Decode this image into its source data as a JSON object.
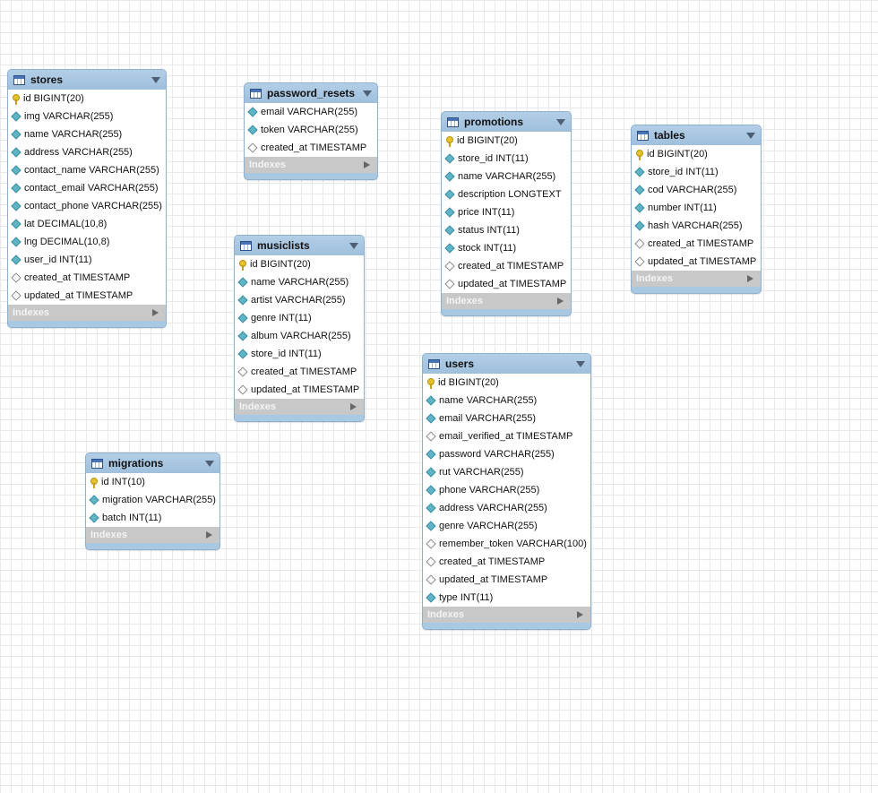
{
  "indexes_label": "Indexes",
  "colors": {
    "header": "#a9c8e2",
    "border": "#8fb1cf",
    "key": "#e6c229",
    "column_filled": "#5fb5c6",
    "indexes_bar": "#c8c8c8"
  },
  "entities": [
    {
      "name": "stores",
      "columns": [
        {
          "label": "id BIGINT(20)",
          "icon": "key-icon"
        },
        {
          "label": "img VARCHAR(255)",
          "icon": "diamond-filled-icon"
        },
        {
          "label": "name VARCHAR(255)",
          "icon": "diamond-filled-icon"
        },
        {
          "label": "address VARCHAR(255)",
          "icon": "diamond-filled-icon"
        },
        {
          "label": "contact_name VARCHAR(255)",
          "icon": "diamond-filled-icon"
        },
        {
          "label": "contact_email VARCHAR(255)",
          "icon": "diamond-filled-icon"
        },
        {
          "label": "contact_phone VARCHAR(255)",
          "icon": "diamond-filled-icon"
        },
        {
          "label": "lat DECIMAL(10,8)",
          "icon": "diamond-filled-icon"
        },
        {
          "label": "lng DECIMAL(10,8)",
          "icon": "diamond-filled-icon"
        },
        {
          "label": "user_id INT(11)",
          "icon": "diamond-filled-icon"
        },
        {
          "label": "created_at TIMESTAMP",
          "icon": "diamond-empty-icon"
        },
        {
          "label": "updated_at TIMESTAMP",
          "icon": "diamond-empty-icon"
        }
      ]
    },
    {
      "name": "password_resets",
      "columns": [
        {
          "label": "email VARCHAR(255)",
          "icon": "diamond-filled-icon"
        },
        {
          "label": "token VARCHAR(255)",
          "icon": "diamond-filled-icon"
        },
        {
          "label": "created_at TIMESTAMP",
          "icon": "diamond-empty-icon"
        }
      ]
    },
    {
      "name": "promotions",
      "columns": [
        {
          "label": "id BIGINT(20)",
          "icon": "key-icon"
        },
        {
          "label": "store_id INT(11)",
          "icon": "diamond-filled-icon"
        },
        {
          "label": "name VARCHAR(255)",
          "icon": "diamond-filled-icon"
        },
        {
          "label": "description LONGTEXT",
          "icon": "diamond-filled-icon"
        },
        {
          "label": "price INT(11)",
          "icon": "diamond-filled-icon"
        },
        {
          "label": "status INT(11)",
          "icon": "diamond-filled-icon"
        },
        {
          "label": "stock INT(11)",
          "icon": "diamond-filled-icon"
        },
        {
          "label": "created_at TIMESTAMP",
          "icon": "diamond-empty-icon"
        },
        {
          "label": "updated_at TIMESTAMP",
          "icon": "diamond-empty-icon"
        }
      ]
    },
    {
      "name": "tables",
      "columns": [
        {
          "label": "id BIGINT(20)",
          "icon": "key-icon"
        },
        {
          "label": "store_id INT(11)",
          "icon": "diamond-filled-icon"
        },
        {
          "label": "cod VARCHAR(255)",
          "icon": "diamond-filled-icon"
        },
        {
          "label": "number INT(11)",
          "icon": "diamond-filled-icon"
        },
        {
          "label": "hash VARCHAR(255)",
          "icon": "diamond-filled-icon"
        },
        {
          "label": "created_at TIMESTAMP",
          "icon": "diamond-empty-icon"
        },
        {
          "label": "updated_at TIMESTAMP",
          "icon": "diamond-empty-icon"
        }
      ]
    },
    {
      "name": "musiclists",
      "columns": [
        {
          "label": "id BIGINT(20)",
          "icon": "key-icon"
        },
        {
          "label": "name VARCHAR(255)",
          "icon": "diamond-filled-icon"
        },
        {
          "label": "artist VARCHAR(255)",
          "icon": "diamond-filled-icon"
        },
        {
          "label": "genre INT(11)",
          "icon": "diamond-filled-icon"
        },
        {
          "label": "album VARCHAR(255)",
          "icon": "diamond-filled-icon"
        },
        {
          "label": "store_id INT(11)",
          "icon": "diamond-filled-icon"
        },
        {
          "label": "created_at TIMESTAMP",
          "icon": "diamond-empty-icon"
        },
        {
          "label": "updated_at TIMESTAMP",
          "icon": "diamond-empty-icon"
        }
      ]
    },
    {
      "name": "users",
      "columns": [
        {
          "label": "id BIGINT(20)",
          "icon": "key-icon"
        },
        {
          "label": "name VARCHAR(255)",
          "icon": "diamond-filled-icon"
        },
        {
          "label": "email VARCHAR(255)",
          "icon": "diamond-filled-icon"
        },
        {
          "label": "email_verified_at TIMESTAMP",
          "icon": "diamond-empty-icon"
        },
        {
          "label": "password VARCHAR(255)",
          "icon": "diamond-filled-icon"
        },
        {
          "label": "rut VARCHAR(255)",
          "icon": "diamond-filled-icon"
        },
        {
          "label": "phone VARCHAR(255)",
          "icon": "diamond-filled-icon"
        },
        {
          "label": "address VARCHAR(255)",
          "icon": "diamond-filled-icon"
        },
        {
          "label": "genre VARCHAR(255)",
          "icon": "diamond-filled-icon"
        },
        {
          "label": "remember_token VARCHAR(100)",
          "icon": "diamond-empty-icon"
        },
        {
          "label": "created_at TIMESTAMP",
          "icon": "diamond-empty-icon"
        },
        {
          "label": "updated_at TIMESTAMP",
          "icon": "diamond-empty-icon"
        },
        {
          "label": "type INT(11)",
          "icon": "diamond-filled-icon"
        }
      ]
    },
    {
      "name": "migrations",
      "columns": [
        {
          "label": "id INT(10)",
          "icon": "key-icon"
        },
        {
          "label": "migration VARCHAR(255)",
          "icon": "diamond-filled-icon"
        },
        {
          "label": "batch INT(11)",
          "icon": "diamond-filled-icon"
        }
      ]
    }
  ]
}
